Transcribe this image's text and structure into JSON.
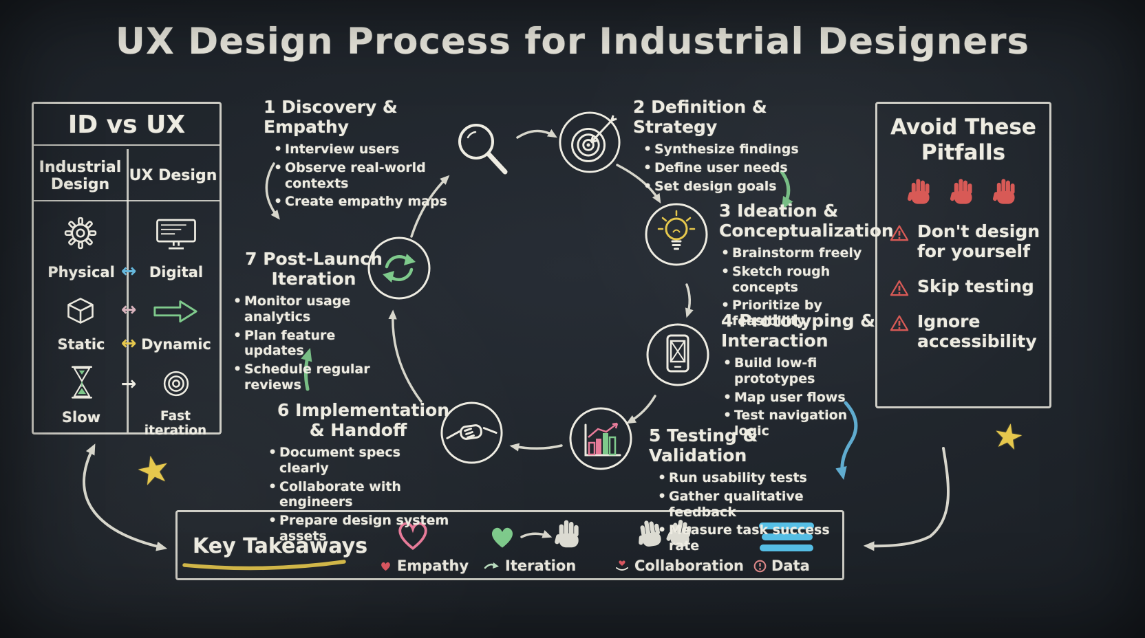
{
  "title": "UX Design Process for Industrial Designers",
  "comparison": {
    "title": "ID vs UX",
    "columns": {
      "left": "Industrial Design",
      "right": "UX Design"
    },
    "rows": [
      {
        "left": "Physical",
        "right": "Digital"
      },
      {
        "left": "Static",
        "right": "Dynamic"
      },
      {
        "left": "Slow",
        "right": "Fast iteration"
      }
    ],
    "arrows": {
      "row1": "↔",
      "row2a": "↔",
      "row2b": "↔",
      "row3": "→"
    }
  },
  "steps": [
    {
      "num": "1",
      "title": "Discovery & Empathy",
      "bullets": [
        "Interview users",
        "Observe real-world contexts",
        "Create empathy maps"
      ]
    },
    {
      "num": "2",
      "title": "Definition & Strategy",
      "bullets": [
        "Synthesize findings",
        "Define user needs",
        "Set design goals"
      ]
    },
    {
      "num": "3",
      "title": "Ideation & Conceptualization",
      "bullets": [
        "Brainstorm freely",
        "Sketch rough concepts",
        "Prioritize by feasibility"
      ]
    },
    {
      "num": "4",
      "title": "Prototyping & Interaction",
      "bullets": [
        "Build low-fi prototypes",
        "Map user flows",
        "Test navigation logic"
      ]
    },
    {
      "num": "5",
      "title": "Testing & Validation",
      "bullets": [
        "Run usability tests",
        "Gather qualitative feedback",
        "Measure task success rate"
      ]
    },
    {
      "num": "6",
      "title": "Implementation & Handoff",
      "bullets": [
        "Document specs clearly",
        "Collaborate with engineers",
        "Prepare design system assets"
      ]
    },
    {
      "num": "7",
      "title": "Post-Launch Iteration",
      "bullets": [
        "Monitor usage analytics",
        "Plan feature updates",
        "Schedule regular reviews"
      ]
    }
  ],
  "pitfalls": {
    "title": "Avoid These Pitfalls",
    "items": [
      "Don't design for yourself",
      "Skip testing",
      "Ignore accessibility"
    ]
  },
  "takeaways": {
    "title": "Key Takeaways",
    "items": [
      {
        "label": "Empathy"
      },
      {
        "label": "Iteration"
      },
      {
        "label": "Collaboration"
      },
      {
        "label": "Data"
      }
    ]
  },
  "colors": {
    "chalk_white": "#eeece2",
    "chalk_yellow": "#e6c84d",
    "chalk_green": "#7fca8c",
    "chalk_blue": "#66b8dd",
    "chalk_red": "#d85a56",
    "chalk_pink": "#e87c9a",
    "board": "#1d2228"
  }
}
